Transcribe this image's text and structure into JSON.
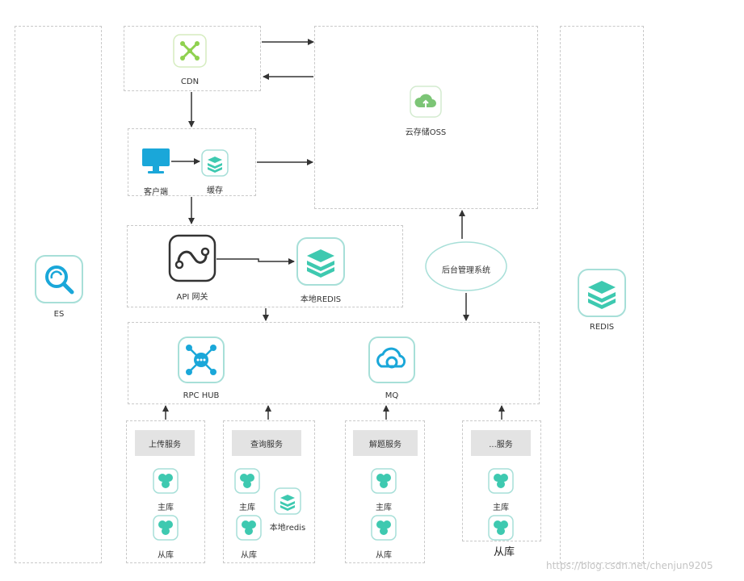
{
  "nodes": {
    "cdn": "CDN",
    "oss": "云存储OSS",
    "client": "客户端",
    "cache": "缓存",
    "api_gateway": "API 网关",
    "local_redis": "本地REDIS",
    "admin": "后台管理系统",
    "rpc_hub": "RPC HUB",
    "mq": "MQ",
    "es": "ES",
    "redis": "REDIS"
  },
  "services": [
    {
      "title": "上传服务",
      "master": "主库",
      "slave": "从库"
    },
    {
      "title": "查询服务",
      "master": "主库",
      "slave": "从库",
      "extra": "本地redis"
    },
    {
      "title": "解题服务",
      "master": "主库",
      "slave": "从库"
    },
    {
      "title": "...服务",
      "master": "主库",
      "slave": "从库"
    }
  ],
  "overlay_text": "从库",
  "watermark": "https://blog.csdn.net/chenjun9205",
  "colors": {
    "accent": "#3ec9b0",
    "client_blue": "#1aa7d9",
    "cdn_green": "#8fd14f",
    "oss_green": "#7cc576"
  }
}
